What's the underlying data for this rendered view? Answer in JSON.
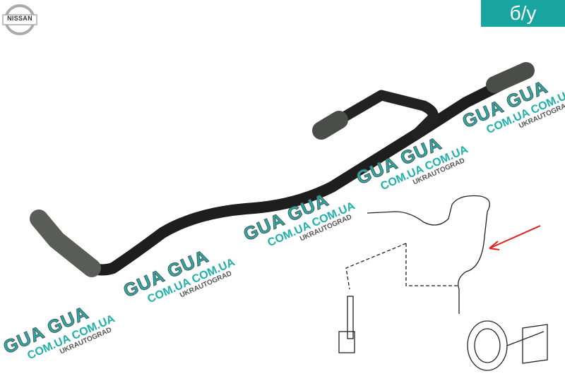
{
  "badge": {
    "label": "б/у",
    "color": "#18a59f"
  },
  "logo": {
    "text": "NISSAN"
  },
  "watermark": {
    "line1": "GUA GUA",
    "line2": "COM.UA COM.UA",
    "line3": "UKRAUTOGRAD"
  }
}
